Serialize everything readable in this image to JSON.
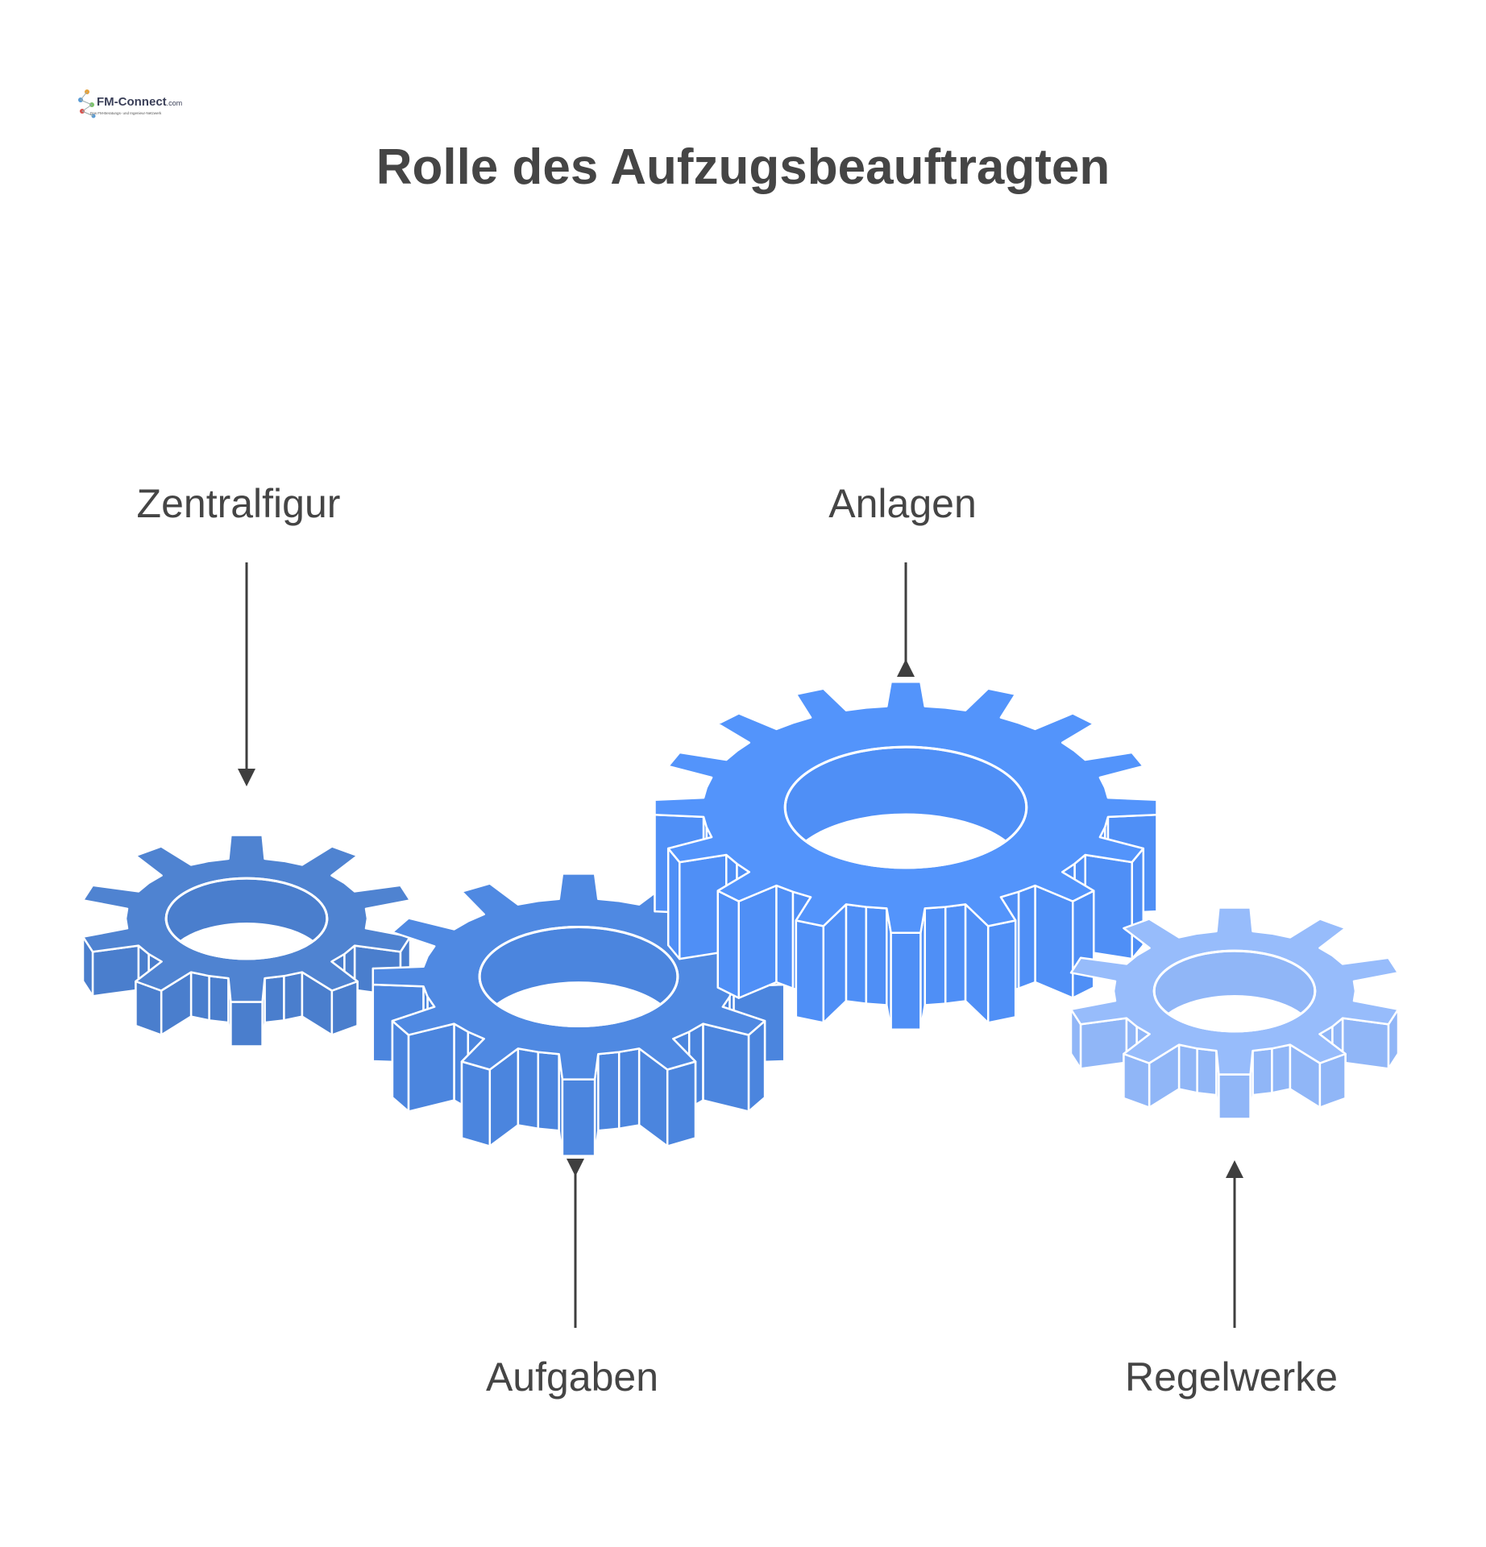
{
  "title": "Rolle des Aufzugsbeauftragten",
  "logo": {
    "name": "FM-Connect",
    "domain": ".com",
    "tagline": "Das FM-Beratungs- und Ingenieur-Netzwerk"
  },
  "gears": [
    {
      "label": "Zentralfigur",
      "color": "#4f83d1",
      "side_color": "#4a7ecd",
      "teeth": 10,
      "arrow": "down"
    },
    {
      "label": "Aufgaben",
      "color": "#4f89e2",
      "side_color": "#4b85de",
      "teeth": 12,
      "arrow": "up"
    },
    {
      "label": "Anlagen",
      "color": "#5394fb",
      "side_color": "#4f8ff6",
      "teeth": 16,
      "arrow": "down"
    },
    {
      "label": "Regelwerke",
      "color": "#97bcfb",
      "side_color": "#90b6f7",
      "teeth": 10,
      "arrow": "up"
    }
  ],
  "arrow_color": "#3f3f3f",
  "outline_color": "#ffffff"
}
